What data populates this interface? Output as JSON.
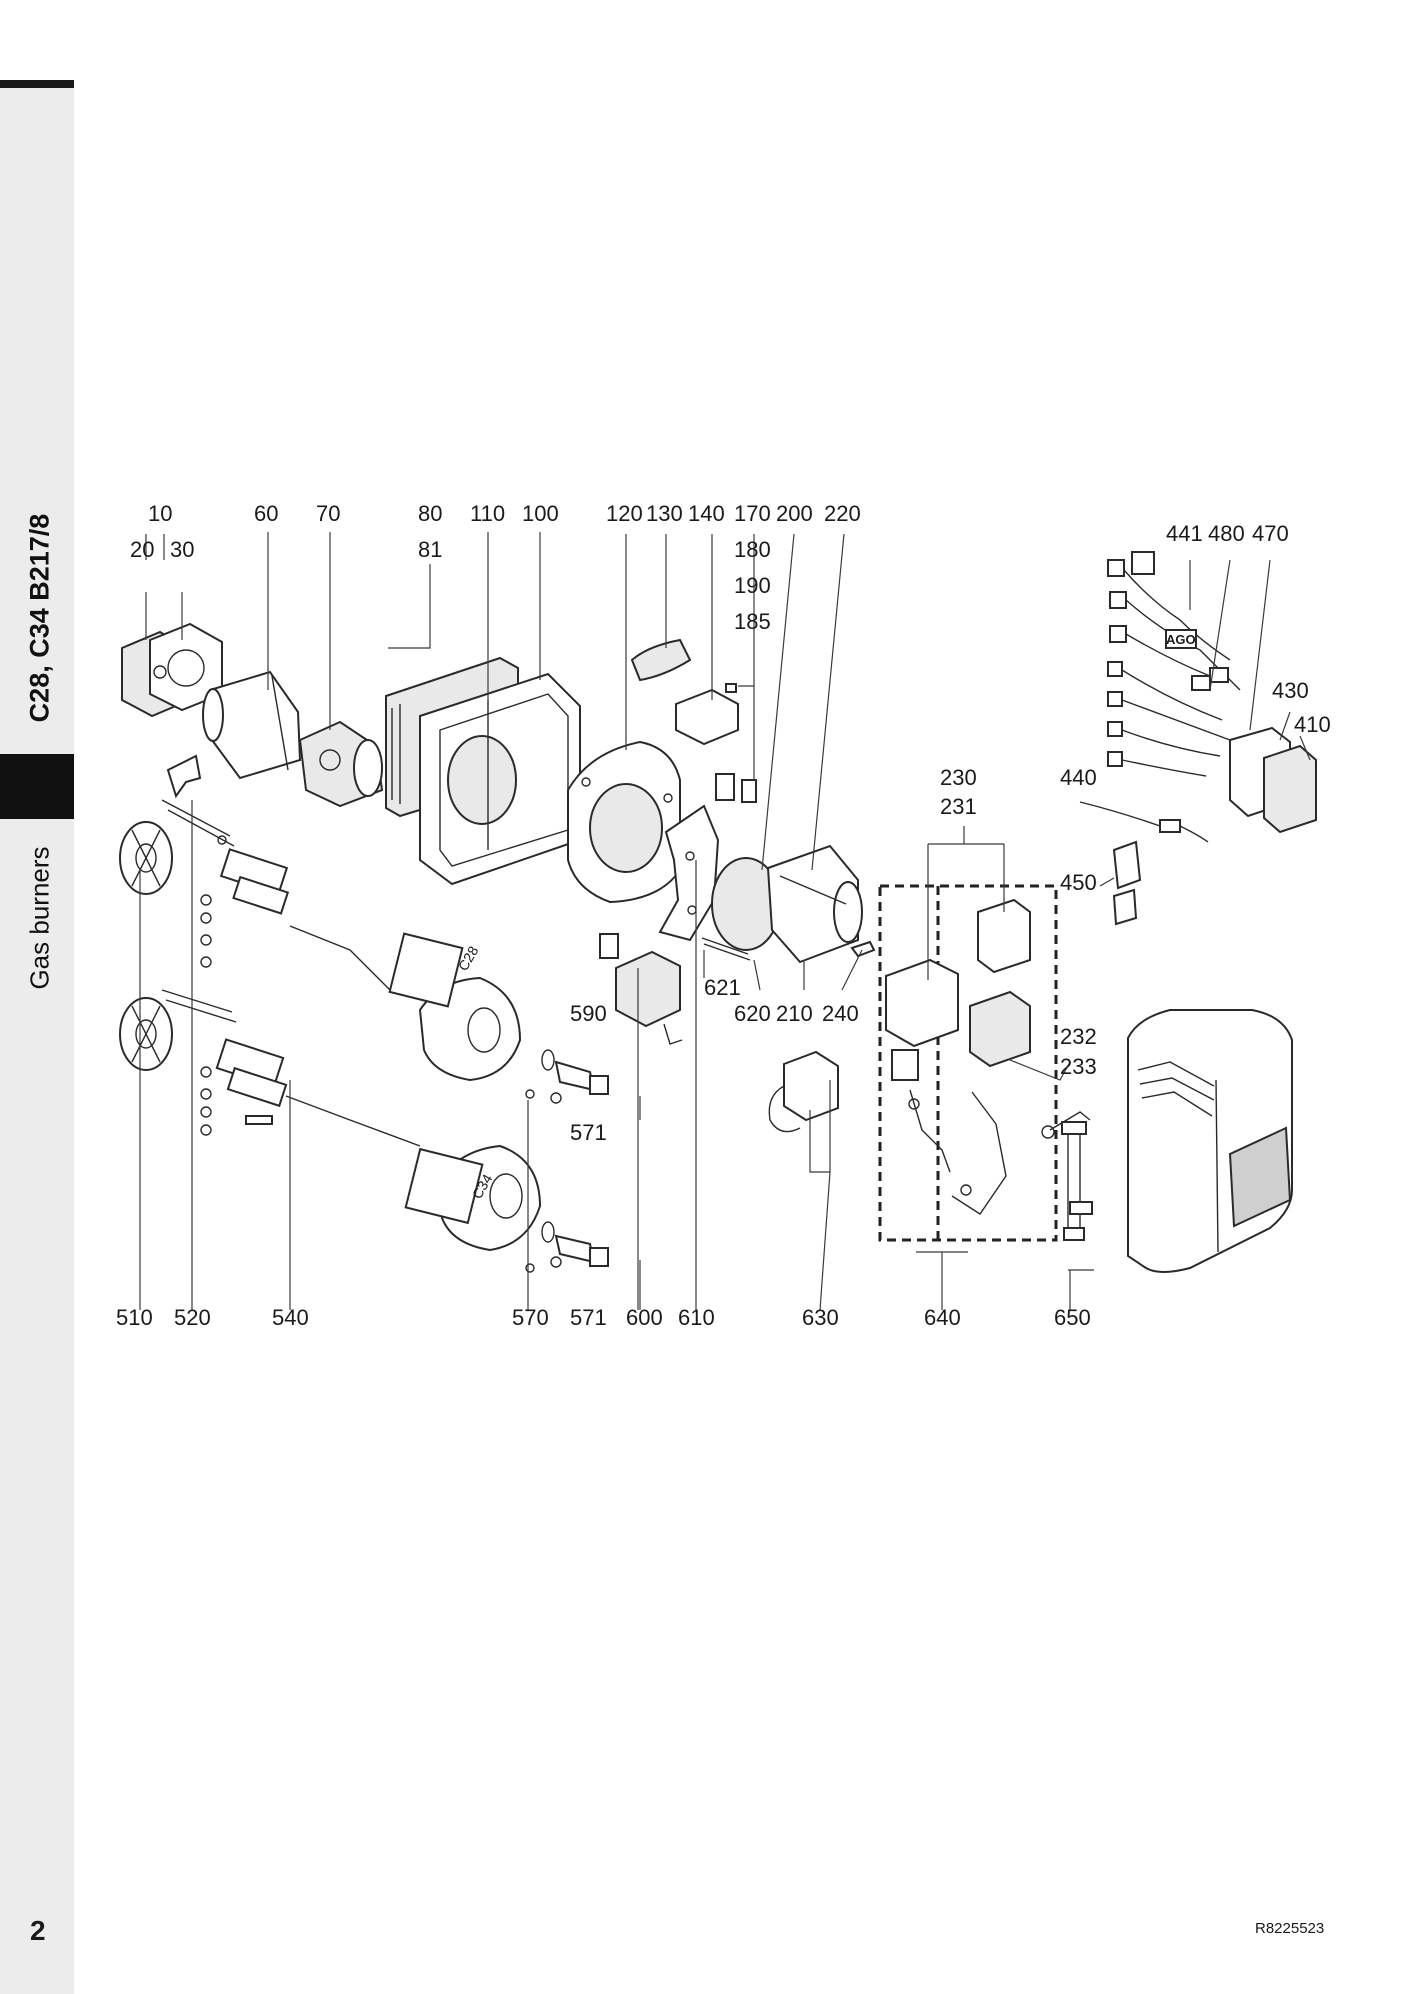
{
  "sidebar": {
    "title": "C28, C34 B217/8",
    "section": "Gas burners"
  },
  "footer": {
    "page_number": "2",
    "document_code": "R8225523"
  },
  "diagram": {
    "labels": {
      "l10": "10",
      "l20": "20",
      "l30": "30",
      "l60": "60",
      "l70": "70",
      "l80": "80",
      "l81": "81",
      "l110": "110",
      "l100": "100",
      "l120": "120",
      "l130": "130",
      "l140": "140",
      "l170": "170",
      "l180": "180",
      "l190": "190",
      "l185": "185",
      "l200": "200",
      "l220": "220",
      "l441": "441",
      "l480": "480",
      "l470": "470",
      "l430": "430",
      "l410": "410",
      "l230": "230",
      "l231": "231",
      "l440": "440",
      "l450": "450",
      "l621": "621",
      "l590": "590",
      "l620": "620",
      "l210": "210",
      "l240": "240",
      "l232": "232",
      "l233": "233",
      "l571a": "571",
      "l510": "510",
      "l520": "520",
      "l540": "540",
      "l570": "570",
      "l571b": "571",
      "l600": "600",
      "l610": "610",
      "l630": "630",
      "l640": "640",
      "l650": "650"
    },
    "markings": {
      "badge_c28": "C28",
      "badge_c34": "C34",
      "badge_ago": "AGO"
    }
  }
}
